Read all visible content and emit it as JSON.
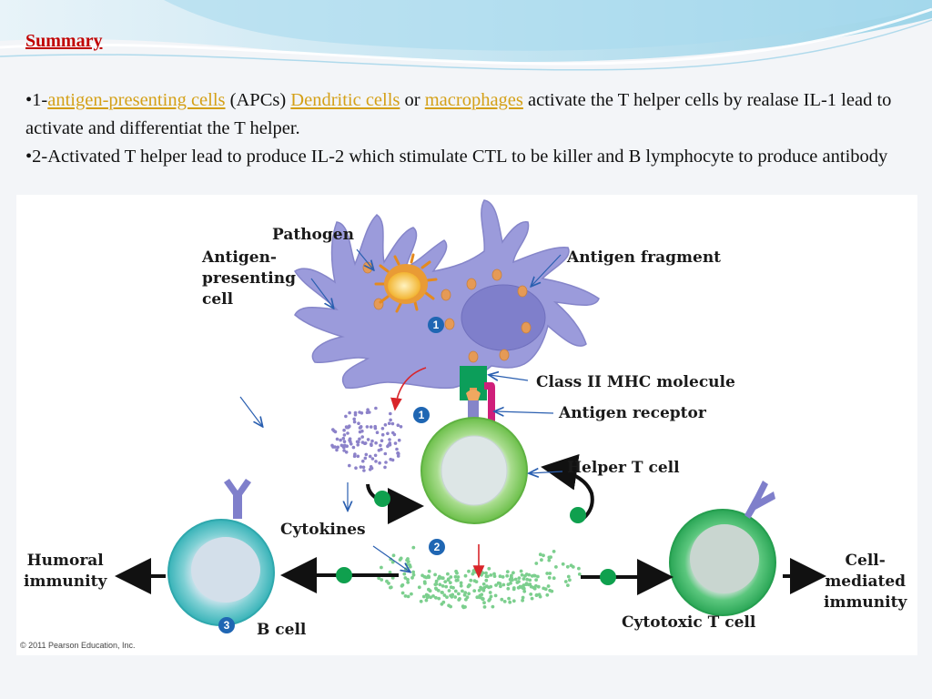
{
  "slide": {
    "title": "Summary",
    "points": [
      {
        "bullet": "•1-",
        "apc_link": "antigen-presenting cells",
        "apcs": " (APCs)   ",
        "dendritic_link": "Dendritic cells",
        "or": " or  ",
        "macrophage_link": "macrophages",
        "rest": " activate the T helper cells by realase IL-1 lead to activate and differentiat the T helper."
      },
      {
        "text": "•2-Activated T helper lead to produce  IL-2 which stimulate CTL to be killer and B lymphocyte to produce antibody"
      }
    ]
  },
  "figure": {
    "labels": {
      "pathogen": "Pathogen",
      "apc_line1": "Antigen-",
      "apc_line2": "presenting",
      "apc_line3": "cell",
      "antigen_fragment": "Antigen fragment",
      "class2_mhc": "Class II MHC molecule",
      "antigen_receptor": "Antigen receptor",
      "helper_t": "Helper T cell",
      "cytokines": "Cytokines",
      "humoral_line1": "Humoral",
      "humoral_line2": "immunity",
      "cell_mediated_line1": "Cell-",
      "cell_mediated_line2": "mediated",
      "cell_mediated_line3": "immunity",
      "cytotoxic_t": "Cytotoxic T cell",
      "b_cell": "B cell"
    },
    "steps": {
      "s1a": "1",
      "s1b": "1",
      "s2": "2",
      "s3": "3"
    },
    "copyright": "© 2011 Pearson Education, Inc.",
    "colors": {
      "apc": "#9b9bdb",
      "helper_t": "#8fd26f",
      "b_cell": "#5fc7c9",
      "cytotoxic": "#43b866",
      "mhc": "#0c9e5a",
      "receptor": "#cf1f7a",
      "step_badge": "#1f66b3",
      "title": "#c00000",
      "link": "#d4a017"
    }
  }
}
